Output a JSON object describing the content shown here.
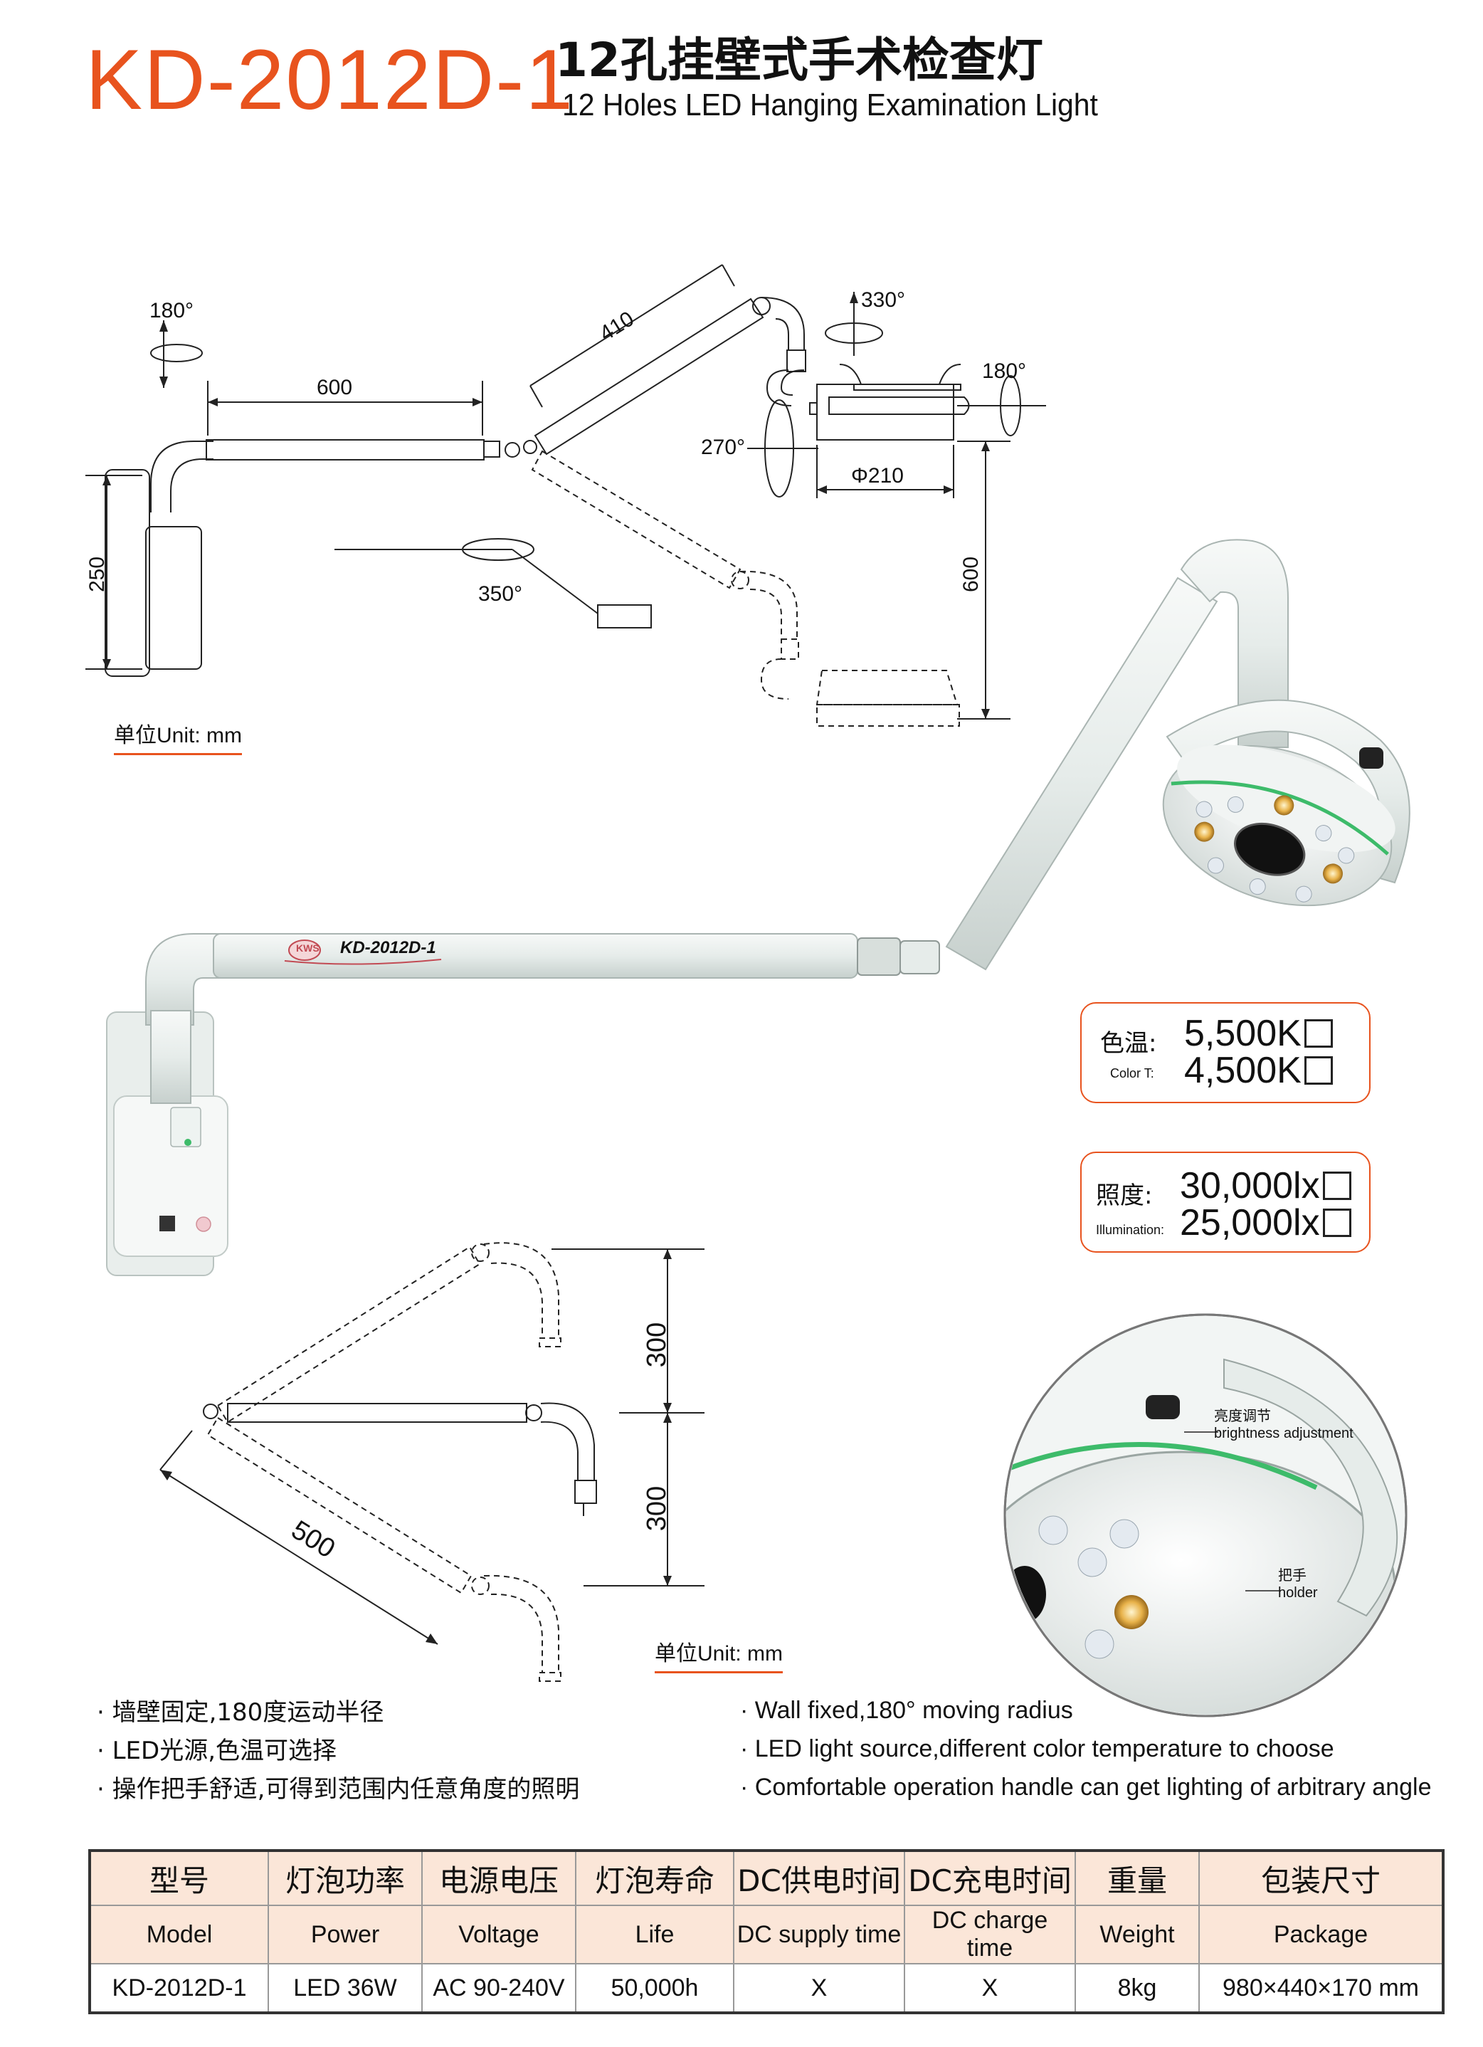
{
  "header": {
    "model": "KD-2012D-1",
    "title_cn": "12孔挂壁式手术检查灯",
    "title_en": "12 Holes LED Hanging Examination Light"
  },
  "diagram_top": {
    "rot_180_left": "180°",
    "len_600": "600",
    "len_410": "410",
    "rot_330": "330°",
    "rot_180_right": "180°",
    "rot_270": "270°",
    "dia_210": "Φ210",
    "h_250": "250",
    "rot_350": "350°",
    "h_600": "600",
    "unit": "单位Unit:  mm"
  },
  "diagram_bottom": {
    "h_300_top": "300",
    "h_300_bottom": "300",
    "len_500": "500",
    "unit": "单位Unit:  mm"
  },
  "product": {
    "arm_label": "KD-2012D-1",
    "logo": "KWS"
  },
  "specs": {
    "color_temp": {
      "label_cn": "色温:",
      "label_en": "Color T:",
      "options": [
        "5,500K",
        "4,500K"
      ]
    },
    "illumination": {
      "label_cn": "照度:",
      "label_en": "Illumination:",
      "options": [
        "30,000lx",
        "25,000lx"
      ]
    }
  },
  "callouts": {
    "brightness_cn": "亮度调节",
    "brightness_en": "brightness adjustment",
    "holder_cn": "把手",
    "holder_en": "holder"
  },
  "features_cn": [
    "· 墙壁固定,180度运动半径",
    "· LED光源,色温可选择",
    "· 操作把手舒适,可得到范围内任意角度的照明"
  ],
  "features_en": [
    "· Wall fixed,180° moving radius",
    "· LED light source,different color temperature to choose",
    "· Comfortable operation handle can get lighting of arbitrary angle"
  ],
  "table": {
    "headers_cn": [
      "型号",
      "灯泡功率",
      "电源电压",
      "灯泡寿命",
      "DC供电时间",
      "DC充电时间",
      "重量",
      "包装尺寸"
    ],
    "headers_en": [
      "Model",
      "Power",
      "Voltage",
      "Life",
      "DC supply time",
      "DC charge time",
      "Weight",
      "Package"
    ],
    "row": [
      "KD-2012D-1",
      "LED 36W",
      "AC 90-240V",
      "50,000h",
      "X",
      "X",
      "8kg",
      "980×440×170 mm"
    ]
  },
  "colors": {
    "accent": "#e8531e",
    "table_header_bg": "#fbe6d8",
    "led_ring": "#3dbb6a"
  }
}
